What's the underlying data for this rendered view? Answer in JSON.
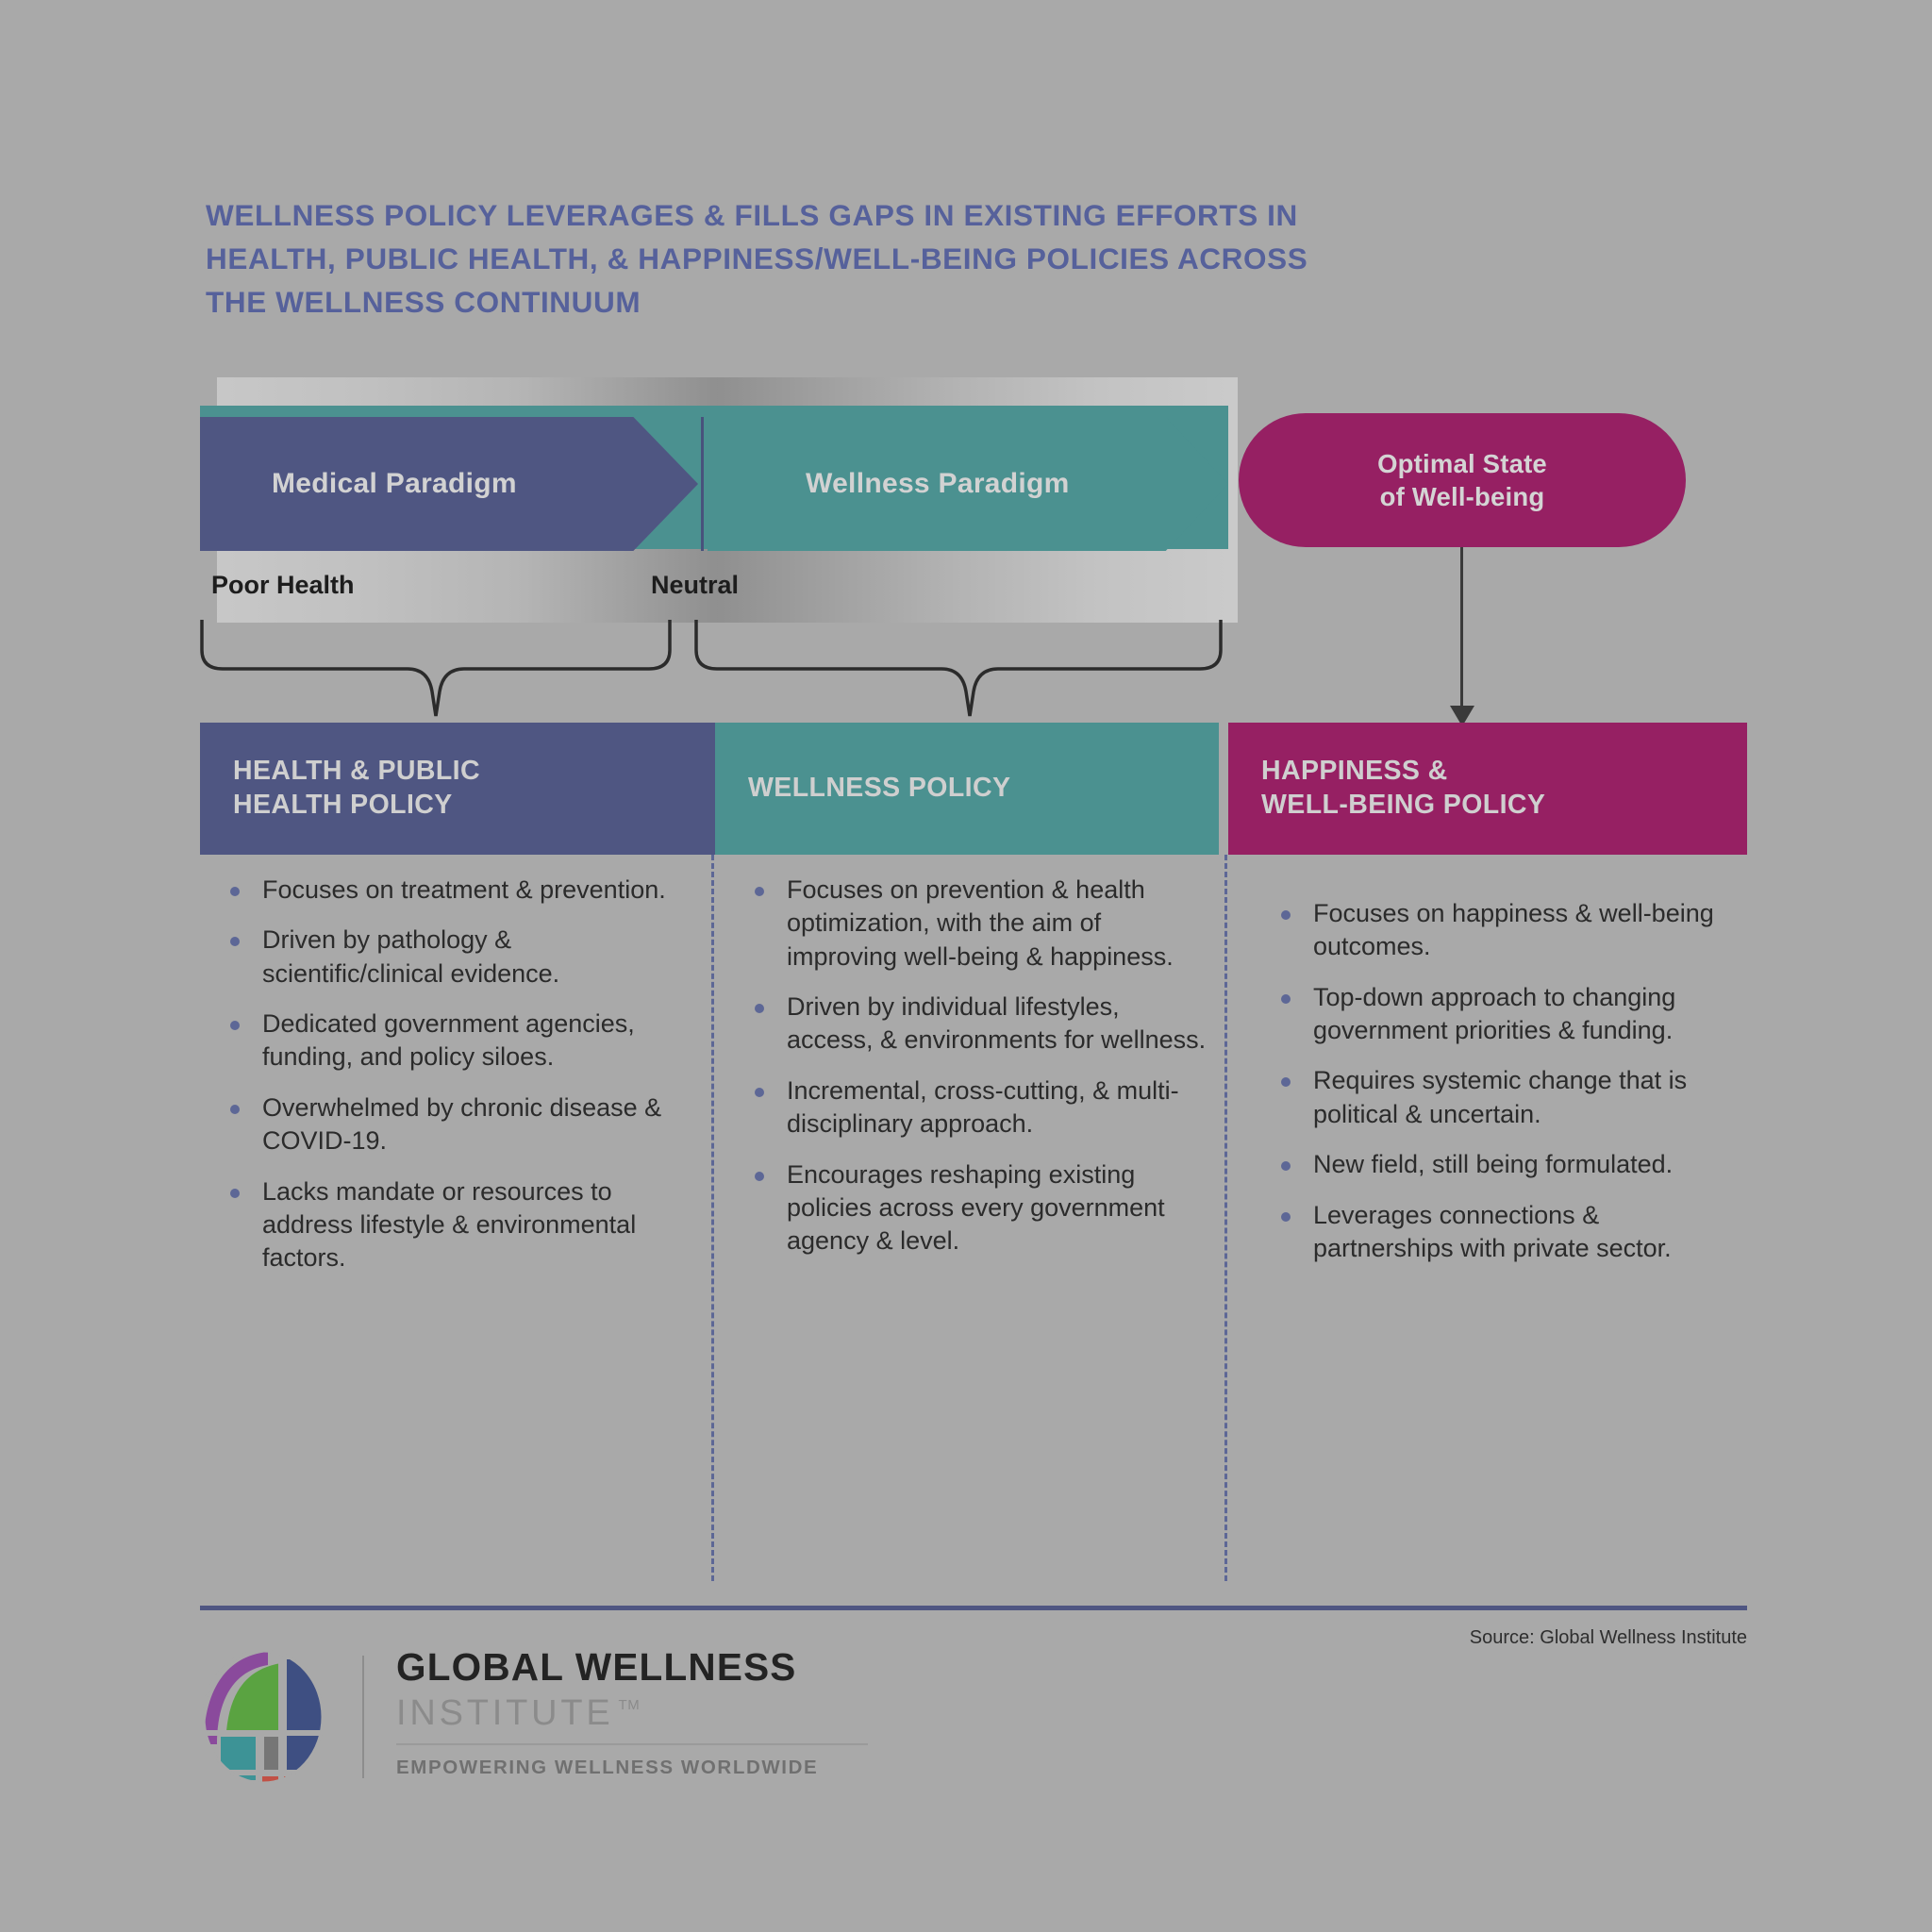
{
  "title": {
    "line1": "WELLNESS POLICY LEVERAGES & FILLS GAPS IN EXISTING EFFORTS IN",
    "line2": "HEALTH, PUBLIC HEALTH, & HAPPINESS/WELL-BEING POLICIES ACROSS",
    "line3": "THE WELLNESS CONTINUUM"
  },
  "continuum": {
    "medical_paradigm": "Medical Paradigm",
    "wellness_paradigm": "Wellness Paradigm",
    "optimal_line1": "Optimal State",
    "optimal_line2": "of Well-being",
    "scale_left": "Poor Health",
    "scale_mid": "Neutral"
  },
  "columns": [
    {
      "header_line1": "HEALTH & PUBLIC",
      "header_line2": "HEALTH POLICY",
      "color": "#4F5682",
      "bullets": [
        "Focuses on treatment & prevention.",
        "Driven by pathology & scientific/clinical evidence.",
        "Dedicated government agencies, funding, and policy siloes.",
        "Overwhelmed by chronic disease & COVID-19.",
        "Lacks mandate or resources to address lifestyle & environmental factors."
      ]
    },
    {
      "header_line1": "WELLNESS POLICY",
      "header_line2": "",
      "color": "#4B9190",
      "bullets": [
        "Focuses on prevention & health optimization, with the aim of improving well-being & happiness.",
        "Driven by individual lifestyles, access, & environments for wellness.",
        "Incremental, cross-cutting, & multi-disciplinary approach.",
        "Encourages reshaping existing policies across every government agency & level."
      ]
    },
    {
      "header_line1": "HAPPINESS &",
      "header_line2": "WELL-BEING POLICY",
      "color": "#962063",
      "bullets": [
        "Focuses on happiness & well-being outcomes.",
        "Top-down approach to changing government priorities & funding.",
        "Requires systemic change that is political & uncertain.",
        "New field, still being formulated.",
        "Leverages connections & partnerships with private sector."
      ]
    }
  ],
  "footer": {
    "source": "Source: Global Wellness Institute",
    "logo_line1": "GLOBAL WELLNESS",
    "logo_line2": "INSTITUTE",
    "logo_tm": "TM",
    "logo_tagline": "EMPOWERING WELLNESS WORLDWIDE"
  },
  "colors": {
    "background": "#A9A9A9",
    "title_blue": "#56619B",
    "slate": "#4F5682",
    "teal": "#4B9190",
    "magenta": "#962063",
    "bullet": "#5D6796",
    "body_text": "#2B2B2B"
  }
}
